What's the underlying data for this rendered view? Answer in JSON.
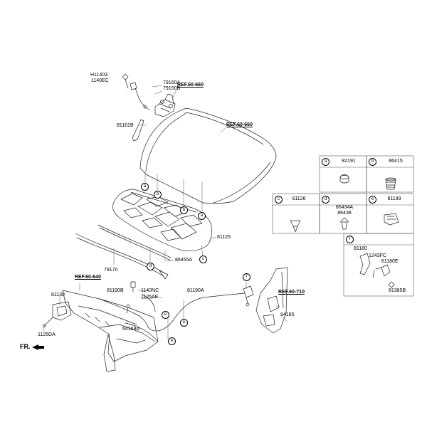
{
  "refs": {
    "r60660a": "REF.60-660",
    "r60660b": "REF.60-660",
    "r60640": "REF.60-640",
    "r60710": "REF.60-710"
  },
  "parts": {
    "h11403": "H11403",
    "p1140ec": "1140EC",
    "p79160a": "79160A",
    "p79150b": "79150B",
    "p81161b": "81161B",
    "p81125": "81125",
    "p86455a": "86455A",
    "p79170": "79170",
    "p81130": "81130",
    "p81190b": "81190B",
    "p1140nc": "1140NC",
    "p1125ae": "1125AE",
    "p81190a": "81190A",
    "p64168a": "64168A",
    "p1125da": "1125DA",
    "p84185": "84185"
  },
  "markers": {
    "hood_a1": "a",
    "hood_b1": "b",
    "hood_b2": "b",
    "hood_a2": "a",
    "ins_d": "d",
    "ins_c": "c",
    "cable_e1": "e",
    "cable_e2": "e",
    "cable_e3": "e",
    "panel_f": "f"
  },
  "legend": {
    "a": {
      "letter": "a",
      "part": "82191"
    },
    "b": {
      "letter": "b",
      "part": "86415"
    },
    "c": {
      "letter": "c",
      "part": "81126"
    },
    "d": {
      "letter": "d",
      "part1": "86434A",
      "part2": "86438"
    },
    "e": {
      "letter": "e",
      "part": "81199"
    },
    "f": {
      "letter": "f",
      "p81180": "81180",
      "p1243fc": "1243FC",
      "p81180e": "81180E",
      "p81385b": "81385B"
    }
  },
  "front": "FR."
}
